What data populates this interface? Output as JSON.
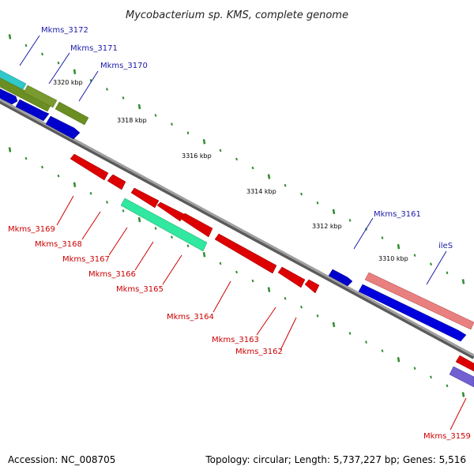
{
  "title": "Mycobacterium sp. KMS, complete genome",
  "footer": {
    "accession": "Accession: NC_008705",
    "topology": "Topology: circular; Length: 5,737,227 bp; Genes: 5,516"
  },
  "colors": {
    "backbone": "#808080",
    "tick": "#2e8b2e",
    "label_forward": "#1a1aaa",
    "label_reverse": "#cc0000"
  },
  "scale_labels": [
    "3320 kbp",
    "3318 kbp",
    "3316 kbp",
    "3314 kbp",
    "3312 kbp",
    "3310 kbp"
  ],
  "genes": [
    {
      "name": "Mkms_3172",
      "color": "#30c8c8"
    },
    {
      "name": "Mkms_3171",
      "color": "#6b8e23"
    },
    {
      "name": "Mkms_3170",
      "color": "#6b8e23"
    },
    {
      "name": "Mkms_3161",
      "color": "#0000cc"
    },
    {
      "name": "ileS",
      "color": "#e88080"
    },
    {
      "name": "Mkms_3169",
      "color": "#dd0000"
    },
    {
      "name": "Mkms_3168",
      "color": "#dd0000"
    },
    {
      "name": "Mkms_3167",
      "color": "#dd0000"
    },
    {
      "name": "Mkms_3166",
      "color": "#30e8a0"
    },
    {
      "name": "Mkms_3165",
      "color": "#dd0000"
    },
    {
      "name": "Mkms_3164",
      "color": "#dd0000"
    },
    {
      "name": "Mkms_3163",
      "color": "#dd0000"
    },
    {
      "name": "Mkms_3162",
      "color": "#dd0000"
    },
    {
      "name": "Mkms_3159",
      "color": "#7060d0"
    }
  ]
}
